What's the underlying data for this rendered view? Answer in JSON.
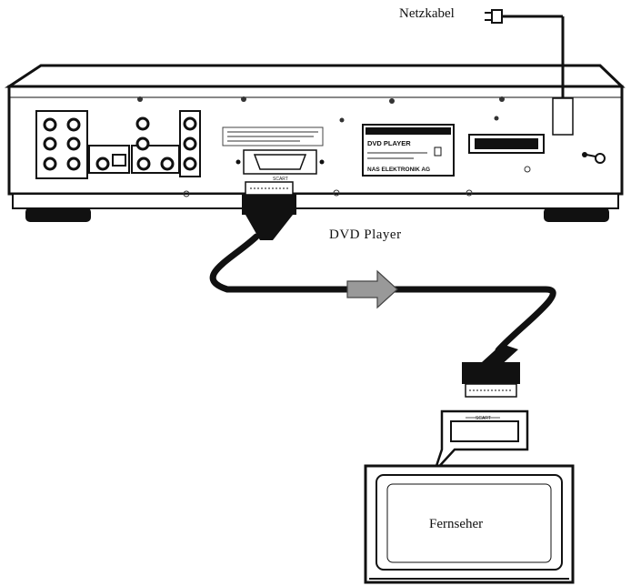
{
  "labels": {
    "power_cable": "Netzkabel",
    "dvd_player": "DVD Player",
    "tv": "Fernseher"
  },
  "device_label_plate": {
    "title": "DVD PLAYER",
    "manufacturer": "NAS ELEKTRONIK AG"
  },
  "scart_sockets": {
    "player_socket": "SCART",
    "tv_socket": "SCART"
  }
}
